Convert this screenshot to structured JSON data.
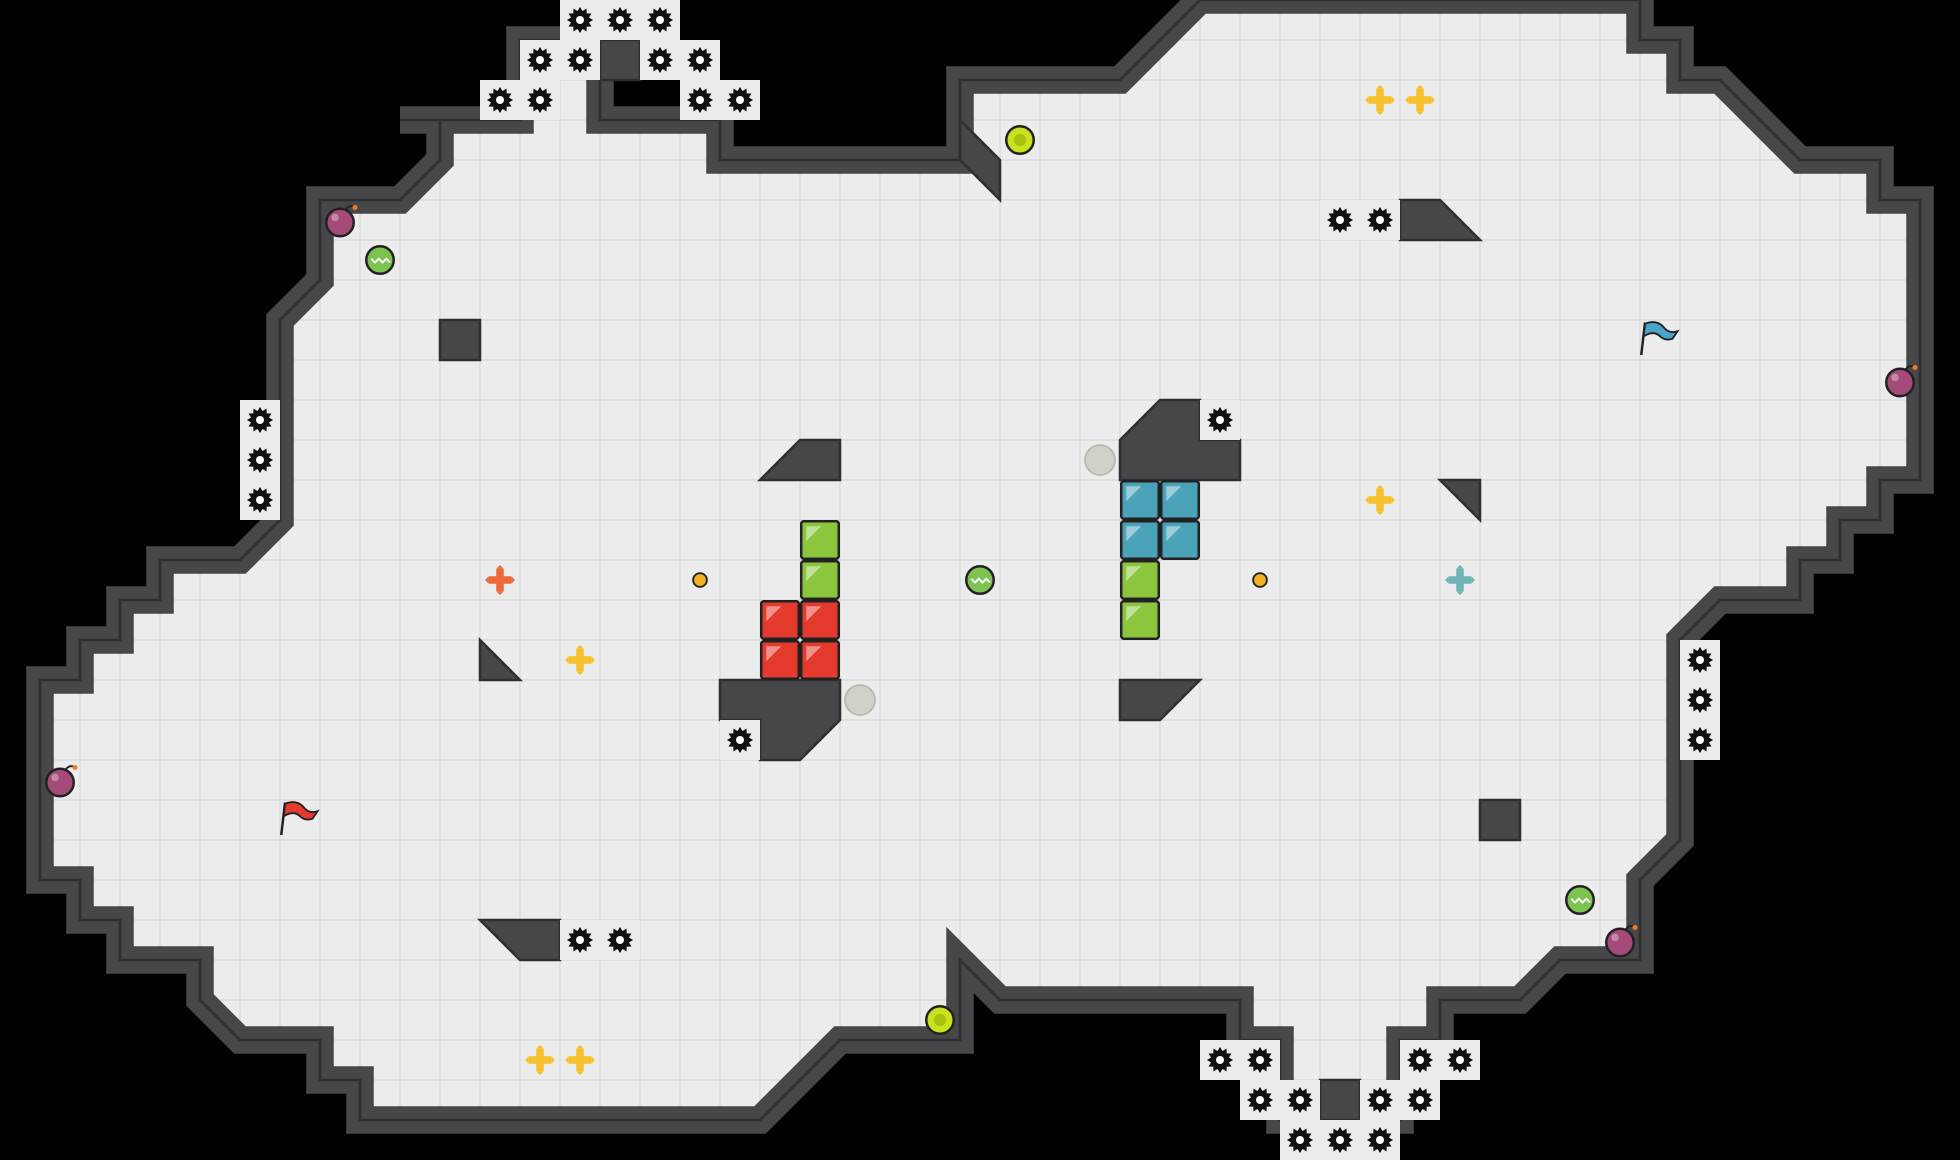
{
  "game": {
    "name": "",
    "grid": {
      "cols": 49,
      "rows": 29
    },
    "colors": {
      "background": "#000000",
      "floor": "#ececec",
      "gridline": "#d9d9d9",
      "wall": "#474749",
      "wall_edge": "#2f2f31",
      "saw": "#111111",
      "red_block": "#e53b2e",
      "green_block": "#8cc63f",
      "blue_block": "#4aa3b8",
      "yellow_powerup": "#f5c02b",
      "orange_powerup": "#ee6a3a",
      "teal_powerup": "#6fb5b8",
      "red_flag": "#e53b2e",
      "blue_flag": "#4aa3c8",
      "bomb": "#a64a7a",
      "green_orb": "#7cc44f",
      "lime_orb": "#c8e21f",
      "ghost_orb": "#cfd2c8",
      "coin": "#f2b321"
    },
    "teams": [
      {
        "name": "red",
        "flag": {
          "col": 7,
          "row": 20
        }
      },
      {
        "name": "blue",
        "flag": {
          "col": 41,
          "row": 8
        }
      }
    ],
    "pieces": {
      "red_blocks": [
        [
          19,
          15
        ],
        [
          20,
          15
        ],
        [
          19,
          16
        ],
        [
          20,
          16
        ]
      ],
      "green_blocks": [
        [
          20,
          13
        ],
        [
          20,
          14
        ],
        [
          28,
          14
        ],
        [
          28,
          15
        ]
      ],
      "blue_blocks": [
        [
          28,
          12
        ],
        [
          29,
          12
        ],
        [
          28,
          13
        ],
        [
          29,
          13
        ]
      ],
      "bombs": [
        [
          8,
          5
        ],
        [
          47,
          9
        ],
        [
          1,
          19
        ],
        [
          40,
          23
        ]
      ],
      "green_orbs": [
        [
          9,
          6
        ],
        [
          24,
          14
        ],
        [
          39,
          22
        ]
      ],
      "lime_orbs": [
        [
          25,
          3
        ],
        [
          23,
          25
        ]
      ],
      "ghost_orbs": [
        [
          27,
          11
        ],
        [
          21,
          17
        ]
      ],
      "coins": [
        [
          17,
          14
        ],
        [
          31,
          14
        ]
      ],
      "yellow_powerups": [
        [
          34,
          2
        ],
        [
          35,
          2
        ],
        [
          34,
          12
        ],
        [
          14,
          16
        ],
        [
          13,
          26
        ],
        [
          14,
          26
        ]
      ],
      "orange_powerups": [
        [
          12,
          14
        ]
      ],
      "teal_powerups": [
        [
          36,
          14
        ]
      ]
    },
    "saws": [
      [
        14,
        0
      ],
      [
        15,
        0
      ],
      [
        16,
        0
      ],
      [
        13,
        1
      ],
      [
        14,
        1
      ],
      [
        16,
        1
      ],
      [
        17,
        1
      ],
      [
        12,
        2
      ],
      [
        13,
        2
      ],
      [
        17,
        2
      ],
      [
        18,
        2
      ],
      [
        33,
        5
      ],
      [
        34,
        5
      ],
      [
        30,
        10
      ],
      [
        6,
        10
      ],
      [
        6,
        11
      ],
      [
        6,
        12
      ],
      [
        42,
        16
      ],
      [
        42,
        17
      ],
      [
        42,
        18
      ],
      [
        18,
        18
      ],
      [
        14,
        23
      ],
      [
        15,
        23
      ],
      [
        30,
        26
      ],
      [
        31,
        26
      ],
      [
        35,
        26
      ],
      [
        36,
        26
      ],
      [
        31,
        27
      ],
      [
        32,
        27
      ],
      [
        34,
        27
      ],
      [
        35,
        27
      ],
      [
        32,
        28
      ],
      [
        33,
        28
      ],
      [
        34,
        28
      ]
    ]
  }
}
